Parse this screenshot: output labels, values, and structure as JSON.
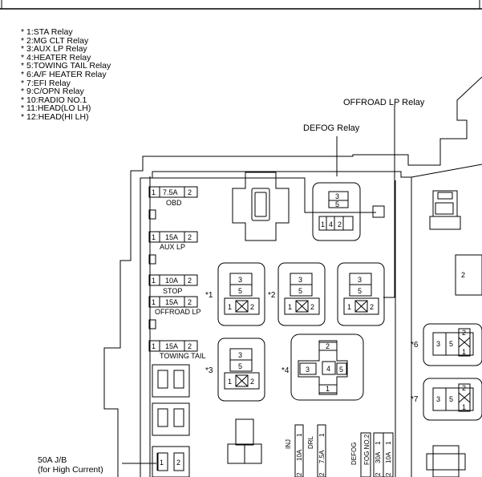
{
  "legend": [
    "* 1:STA Relay",
    "* 2:MG CLT Relay",
    "* 3:AUX LP Relay",
    "* 4:HEATER Relay",
    "* 5:TOWING TAIL Relay",
    "* 6:A/F HEATER Relay",
    "* 7:EFI Relay",
    "* 9:C/OPN Relay",
    "* 10:RADIO NO.1",
    "* 11:HEAD(LO LH)",
    "* 12:HEAD(HI LH)"
  ],
  "callouts": {
    "offroad_lp_relay": "OFFROAD LP Relay",
    "defog_relay": "DEFOG Relay",
    "jb_title": "50A J/B",
    "jb_subtitle": "(for High Current)"
  },
  "fuses": [
    {
      "amp": "7.5A",
      "name": "OBD"
    },
    {
      "amp": "15A",
      "name": "AUX LP"
    },
    {
      "amp": "10A",
      "name": "STOP"
    },
    {
      "amp": "15A",
      "name": "OFFROAD LP"
    },
    {
      "amp": "15A",
      "name": "TOWING TAIL"
    }
  ],
  "relays": [
    {
      "tag": "*1"
    },
    {
      "tag": "*2"
    },
    {
      "tag": "*3"
    },
    {
      "tag": "*4"
    },
    {
      "tag": "*6"
    },
    {
      "tag": "*7"
    }
  ],
  "pins": {
    "one": "1",
    "two": "2",
    "three": "3",
    "four": "4",
    "five": "5"
  },
  "vertical_fuses": [
    {
      "amp": "10A",
      "name": "INJ"
    },
    {
      "amp": "7.5A",
      "name": "DRL"
    },
    {
      "amp": "",
      "name": "DEFOG"
    },
    {
      "amp": "30A",
      "name": "FOG NO.2"
    },
    {
      "amp": "10A",
      "name": ""
    }
  ]
}
